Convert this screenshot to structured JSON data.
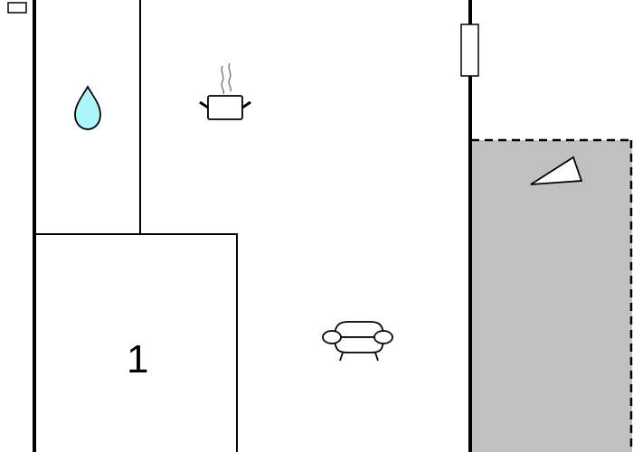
{
  "diagram": {
    "type": "floor-plan",
    "rooms": [
      {
        "id": "bathroom",
        "icon": "water-drop-icon"
      },
      {
        "id": "kitchen-living",
        "icons": [
          "cooking-pot-icon",
          "sofa-icon"
        ]
      },
      {
        "id": "bedroom-1",
        "label": "1"
      },
      {
        "id": "terrace",
        "icon": "triangle-marker-icon",
        "fill": "#c0c0c0",
        "border": "dashed"
      }
    ],
    "colors": {
      "wall": "#000000",
      "terrace_fill": "#c0c0c0",
      "water_drop": "#aaf6fa",
      "background": "#ffffff"
    }
  }
}
